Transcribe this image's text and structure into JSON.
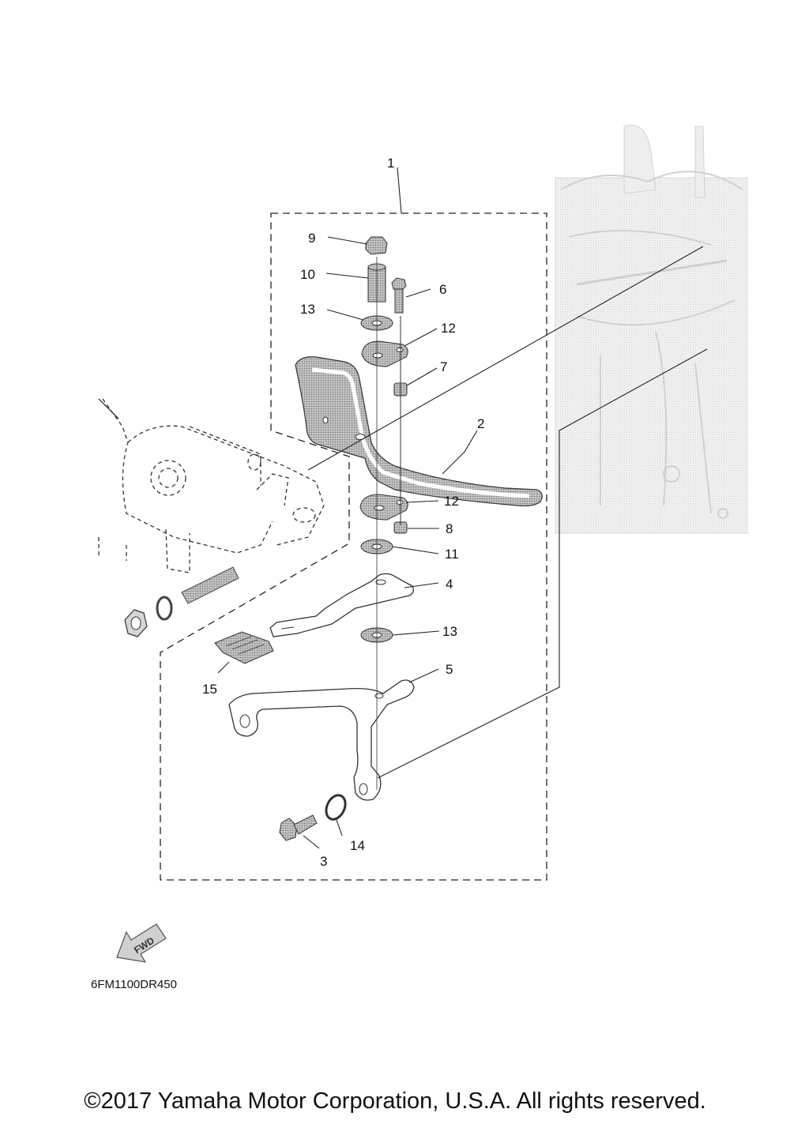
{
  "diagram": {
    "callouts": [
      {
        "id": "c1",
        "label": "1"
      },
      {
        "id": "c2",
        "label": "2"
      },
      {
        "id": "c3",
        "label": "3"
      },
      {
        "id": "c4",
        "label": "4"
      },
      {
        "id": "c5",
        "label": "5"
      },
      {
        "id": "c6",
        "label": "6"
      },
      {
        "id": "c7",
        "label": "7"
      },
      {
        "id": "c8",
        "label": "8"
      },
      {
        "id": "c9",
        "label": "9"
      },
      {
        "id": "c10",
        "label": "10"
      },
      {
        "id": "c11",
        "label": "11"
      },
      {
        "id": "c12a",
        "label": "12"
      },
      {
        "id": "c12b",
        "label": "12"
      },
      {
        "id": "c13a",
        "label": "13"
      },
      {
        "id": "c13b",
        "label": "13"
      },
      {
        "id": "c14",
        "label": "14"
      },
      {
        "id": "c15",
        "label": "15"
      }
    ],
    "fwd_label": "FWD",
    "diagram_code": "6FM1100DR450"
  },
  "footer": {
    "copyright": "©2017 Yamaha Motor Corporation, U.S.A. All rights reserved."
  }
}
